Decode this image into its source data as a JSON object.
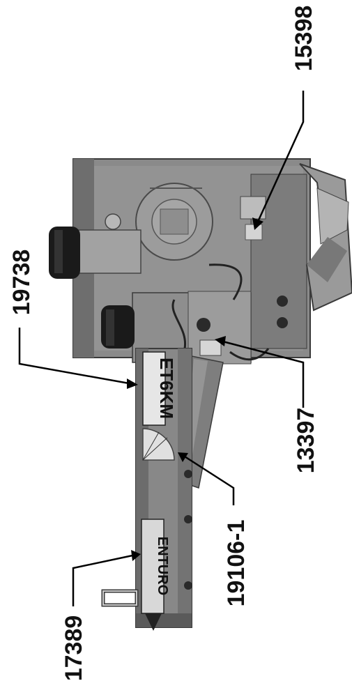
{
  "callouts": [
    {
      "id": "15398",
      "label": "15398"
    },
    {
      "id": "19738",
      "label": "19738"
    },
    {
      "id": "13397",
      "label": "13397"
    },
    {
      "id": "19106-1",
      "label": "19106-1"
    },
    {
      "id": "17389",
      "label": "17389"
    }
  ],
  "decals": {
    "model": "ET6KM",
    "brand": "ENTURO"
  },
  "colors": {
    "body": "#8a8a8a",
    "body_dark": "#5e5e5e",
    "body_light": "#b0b0b0",
    "knob": "#1a1a1a",
    "ink": "#111111"
  }
}
